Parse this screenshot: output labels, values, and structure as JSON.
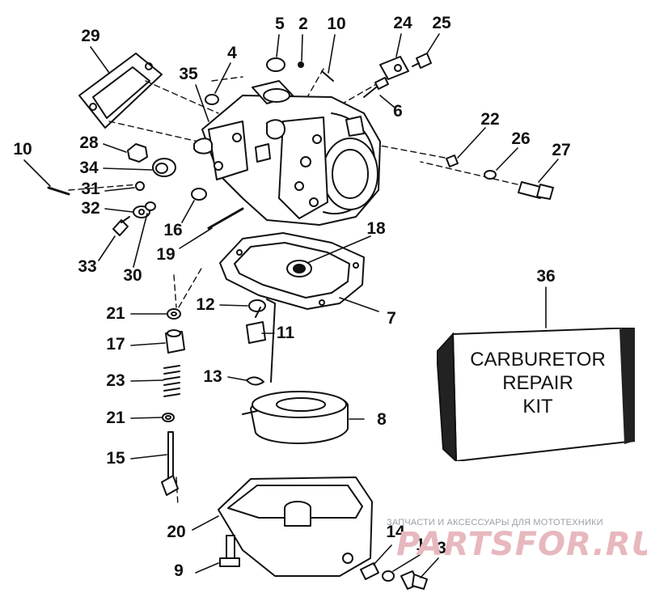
{
  "diagram": {
    "kit_box": {
      "lines": [
        "CARBURETOR",
        "REPAIR",
        "KIT"
      ]
    },
    "callouts": {
      "c29": "29",
      "c5": "5",
      "c2": "2",
      "c10a": "10",
      "c24": "24",
      "c25": "25",
      "c4": "4",
      "c35": "35",
      "c6": "6",
      "c22": "22",
      "c26": "26",
      "c27": "27",
      "c10b": "10",
      "c28": "28",
      "c34": "34",
      "c31": "31",
      "c32": "32",
      "c16": "16",
      "c33": "33",
      "c30": "30",
      "c19": "19",
      "c18": "18",
      "c36": "36",
      "c7": "7",
      "c21a": "21",
      "c12": "12",
      "c11": "11",
      "c17": "17",
      "c23": "23",
      "c13": "13",
      "c8": "8",
      "c21b": "21",
      "c15": "15",
      "c20": "20",
      "c14": "14",
      "c1": "1",
      "c3": "3",
      "c9": "9"
    },
    "watermark": {
      "caption": "ЗАПЧАСТИ И АКСЕССУАРЫ ДЛЯ МОТОТЕХНИКИ",
      "logo": "PARTSFOR.RU"
    }
  }
}
